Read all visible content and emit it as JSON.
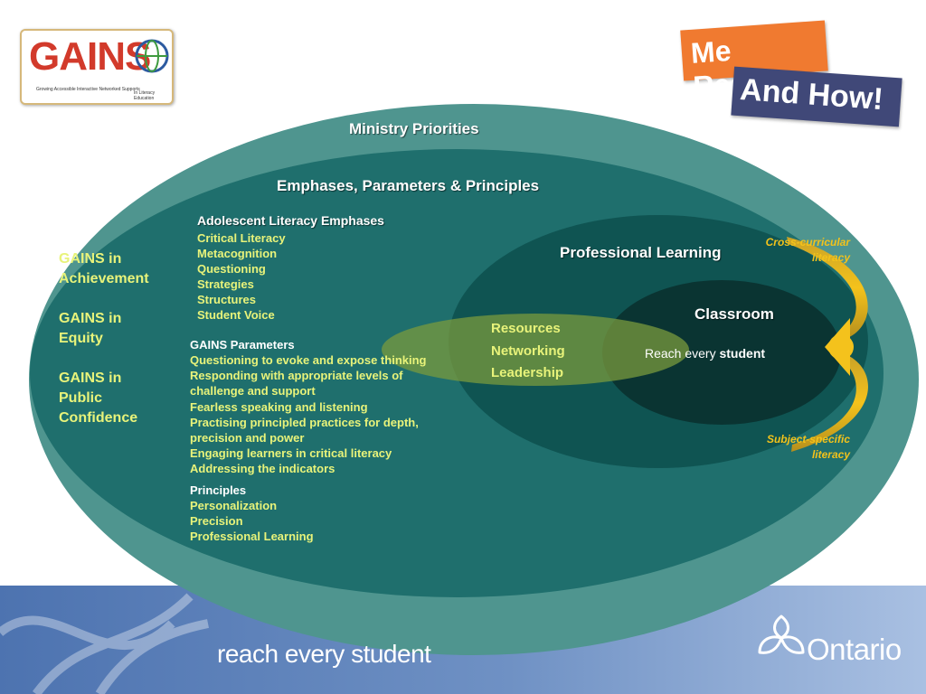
{
  "colors": {
    "outer_ellipse": "#4f958f",
    "inner_ellipse": "#1f6f6d",
    "professional_ellipse": "#0f5452",
    "classroom_ellipse": "#0a3432",
    "resources_ellipse": "#7a9a3e",
    "text_yellow": "#e8f37a",
    "text_gold": "#f2c21b",
    "banner_blue": "#5a7fb8"
  },
  "logos": {
    "gains": {
      "title": "GAINS",
      "tagline": "Growing Accessible Interactive Networked Supports",
      "side_text": "In Literacy Education"
    },
    "me_read": {
      "line1": "Me Read?",
      "line2": "And How!"
    },
    "ontario": {
      "name": "Ontario",
      "icon": "trillium-icon"
    }
  },
  "banner": {
    "slogan": "reach every student"
  },
  "diagram": {
    "ministry_priorities": "Ministry Priorities",
    "emphases_title": "Emphases, Parameters & Principles",
    "gains_goals": [
      "GAINS in Achievement",
      "GAINS in Equity",
      "GAINS in Public Confidence"
    ],
    "adolescent": {
      "heading": "Adolescent Literacy Emphases",
      "items": [
        "Critical Literacy",
        "Metacognition",
        "Questioning",
        "Strategies",
        "Structures",
        "Student Voice"
      ]
    },
    "parameters": {
      "heading": "GAINS Parameters",
      "items": [
        "Questioning to evoke and expose thinking",
        "Responding with appropriate levels of",
        "challenge and support",
        "Fearless speaking and listening",
        "Practising principled practices for depth,",
        "precision and power",
        "Engaging learners in critical literacy",
        "Addressing the indicators"
      ]
    },
    "principles": {
      "heading": "Principles",
      "items": [
        "Personalization",
        "Precision",
        "Professional Learning"
      ]
    },
    "professional_learning": "Professional Learning",
    "resources": [
      "Resources",
      "Networking",
      "Leadership"
    ],
    "classroom": {
      "title": "Classroom",
      "reach_prefix": "Reach every",
      "reach_emphasis": "student"
    },
    "cross_curricular": "Cross-curricular literacy",
    "subject_specific": "Subject-specific literacy"
  }
}
